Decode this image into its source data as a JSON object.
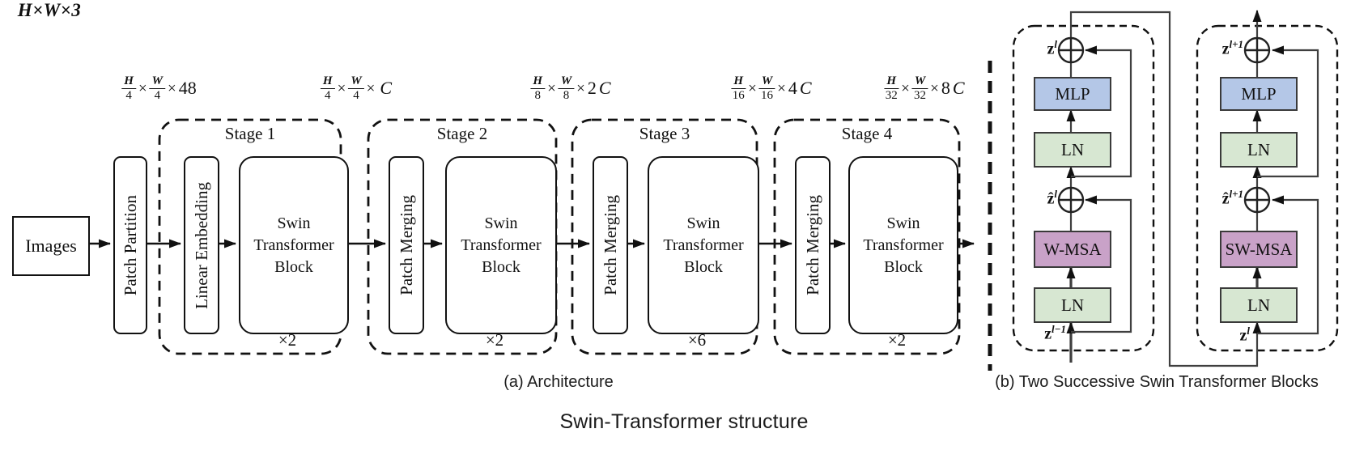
{
  "strings": {
    "times": "×"
  },
  "colors": {
    "mlp_fill": "#b4c7e7",
    "ln_fill": "#d7e7d2",
    "msa_fill": "#c9a2c8",
    "line": "#111111"
  },
  "architecture": {
    "input_dim_label": "H×W×3",
    "input_box": "Images",
    "patch_partition": "Patch Partition",
    "dim_labels": [
      {
        "n1": "H",
        "d1": "4",
        "n2": "W",
        "d2": "4",
        "tail_num": "48",
        "tail_var": ""
      },
      {
        "n1": "H",
        "d1": "4",
        "n2": "W",
        "d2": "4",
        "tail_num": "",
        "tail_var": "C"
      },
      {
        "n1": "H",
        "d1": "8",
        "n2": "W",
        "d2": "8",
        "tail_num": "2",
        "tail_var": "C"
      },
      {
        "n1": "H",
        "d1": "16",
        "n2": "W",
        "d2": "16",
        "tail_num": "4",
        "tail_var": "C"
      },
      {
        "n1": "H",
        "d1": "32",
        "n2": "W",
        "d2": "32",
        "tail_num": "8",
        "tail_var": "C"
      }
    ],
    "stages": [
      {
        "label": "Stage 1",
        "inner_label": "Linear Embedding",
        "block_label": "Swin Transformer Block",
        "multiplier": "×2"
      },
      {
        "label": "Stage 2",
        "inner_label": "Patch Merging",
        "block_label": "Swin Transformer Block",
        "multiplier": "×2"
      },
      {
        "label": "Stage 3",
        "inner_label": "Patch Merging",
        "block_label": "Swin Transformer Block",
        "multiplier": "×6"
      },
      {
        "label": "Stage 4",
        "inner_label": "Patch Merging",
        "block_label": "Swin Transformer Block",
        "multiplier": "×2"
      }
    ],
    "caption": "(a) Architecture"
  },
  "blocks_panel": {
    "caption": "(b) Two Successive Swin Transformer Blocks",
    "block1": {
      "out": {
        "base": "z",
        "sup": "l"
      },
      "mlp": "MLP",
      "ln_top": "LN",
      "mid": {
        "base": "ẑ",
        "sup": "l"
      },
      "msa": "W-MSA",
      "ln_bottom": "LN",
      "in": {
        "base": "z",
        "sup": "l−1"
      }
    },
    "block2": {
      "out": {
        "base": "z",
        "sup": "l+1"
      },
      "mlp": "MLP",
      "ln_top": "LN",
      "mid": {
        "base": "ẑ",
        "sup": "l+1"
      },
      "msa": "SW-MSA",
      "ln_bottom": "LN",
      "in": {
        "base": "z",
        "sup": "l"
      }
    }
  },
  "title": "Swin-Transformer structure"
}
